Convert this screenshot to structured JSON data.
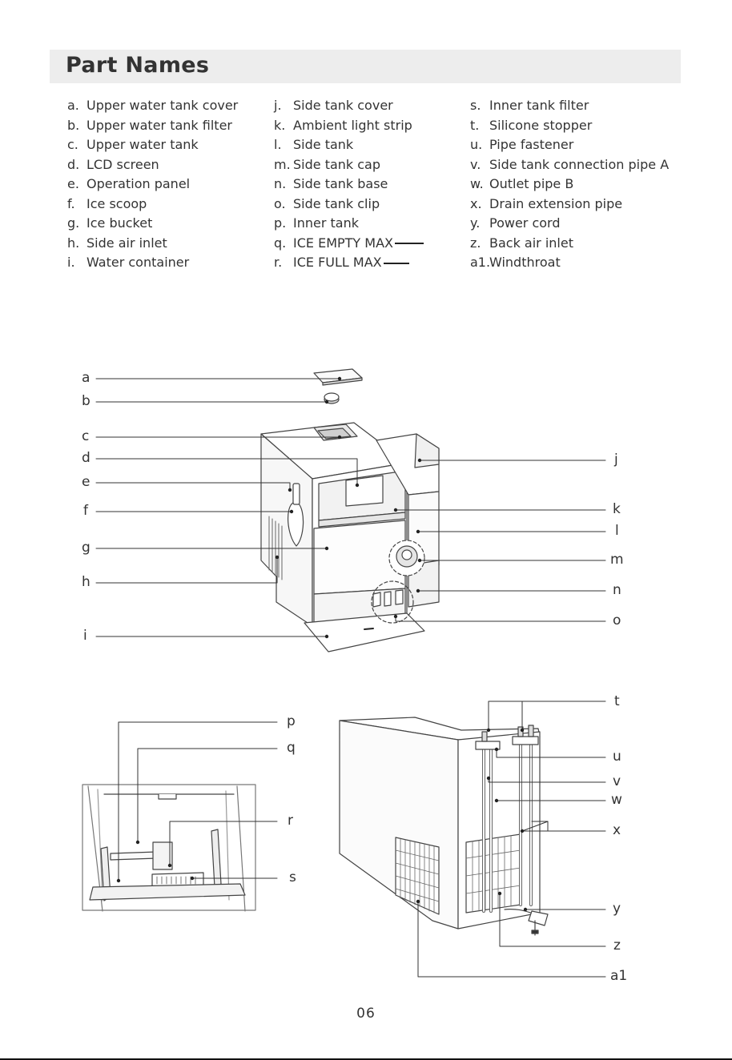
{
  "title": "Part Names",
  "legend": {
    "col1": [
      {
        "letter": "a.",
        "name": "Upper water tank cover"
      },
      {
        "letter": "b.",
        "name": "Upper water tank filter"
      },
      {
        "letter": "c.",
        "name": "Upper water tank"
      },
      {
        "letter": "d.",
        "name": "LCD screen"
      },
      {
        "letter": "e.",
        "name": "Operation panel"
      },
      {
        "letter": "f.",
        "name": "Ice scoop"
      },
      {
        "letter": "g.",
        "name": "Ice bucket"
      },
      {
        "letter": "h.",
        "name": "Side air inlet"
      },
      {
        "letter": "i.",
        "name": "Water container"
      }
    ],
    "col2": [
      {
        "letter": "j.",
        "name": "Side tank cover"
      },
      {
        "letter": "k.",
        "name": "Ambient light strip"
      },
      {
        "letter": "l.",
        "name": "Side tank"
      },
      {
        "letter": "m.",
        "name": "Side tank cap"
      },
      {
        "letter": "n.",
        "name": "Side tank base"
      },
      {
        "letter": "o.",
        "name": "Side tank clip"
      },
      {
        "letter": "p.",
        "name": "Inner tank"
      },
      {
        "letter": "q.",
        "name": "ICE EMPTY MAX"
      },
      {
        "letter": "r.",
        "name": "ICE FULL MAX"
      }
    ],
    "col3": [
      {
        "letter": "s.",
        "name": "Inner tank filter"
      },
      {
        "letter": "t.",
        "name": "Silicone stopper"
      },
      {
        "letter": "u.",
        "name": "Pipe fastener"
      },
      {
        "letter": "v.",
        "name": "Side tank connection pipe A"
      },
      {
        "letter": "w.",
        "name": "Outlet pipe B"
      },
      {
        "letter": "x.",
        "name": "Drain extension pipe"
      },
      {
        "letter": "y.",
        "name": "Power cord"
      },
      {
        "letter": "z.",
        "name": "Back air inlet"
      },
      {
        "letter": "a1.",
        "name": "Windthroat"
      }
    ]
  },
  "callouts": {
    "a": "a",
    "b": "b",
    "c": "c",
    "d": "d",
    "e": "e",
    "f": "f",
    "g": "g",
    "h": "h",
    "i": "i",
    "j": "j",
    "k": "k",
    "l": "l",
    "m": "m",
    "n": "n",
    "o": "o",
    "p": "p",
    "q": "q",
    "r": "r",
    "s": "s",
    "t": "t",
    "u": "u",
    "v": "v",
    "w": "w",
    "x": "x",
    "y": "y",
    "z": "z",
    "a1": "a1"
  },
  "page_number": "06"
}
